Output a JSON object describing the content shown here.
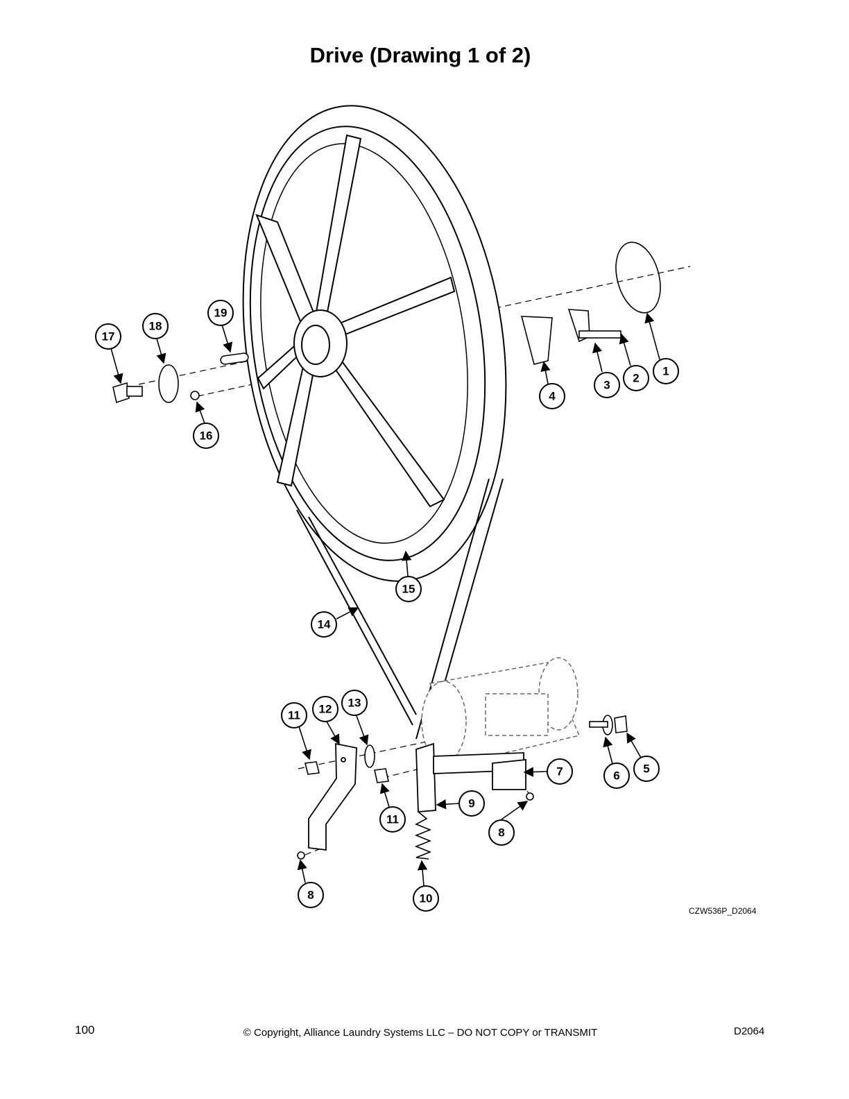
{
  "page": {
    "title": "Drive (Drawing 1 of 2)",
    "drawing_code": "CZW536P_D2064",
    "page_number": "100",
    "copyright": "© Copyright, Alliance Laundry Systems LLC – DO NOT COPY or TRANSMIT",
    "doc_code": "D2064"
  },
  "callouts": [
    {
      "label": "1"
    },
    {
      "label": "2"
    },
    {
      "label": "3"
    },
    {
      "label": "4"
    },
    {
      "label": "5"
    },
    {
      "label": "6"
    },
    {
      "label": "7"
    },
    {
      "label": "8"
    },
    {
      "label": "8"
    },
    {
      "label": "9"
    },
    {
      "label": "10"
    },
    {
      "label": "11"
    },
    {
      "label": "11"
    },
    {
      "label": "12"
    },
    {
      "label": "13"
    },
    {
      "label": "14"
    },
    {
      "label": "15"
    },
    {
      "label": "16"
    },
    {
      "label": "17"
    },
    {
      "label": "18"
    },
    {
      "label": "19"
    }
  ]
}
